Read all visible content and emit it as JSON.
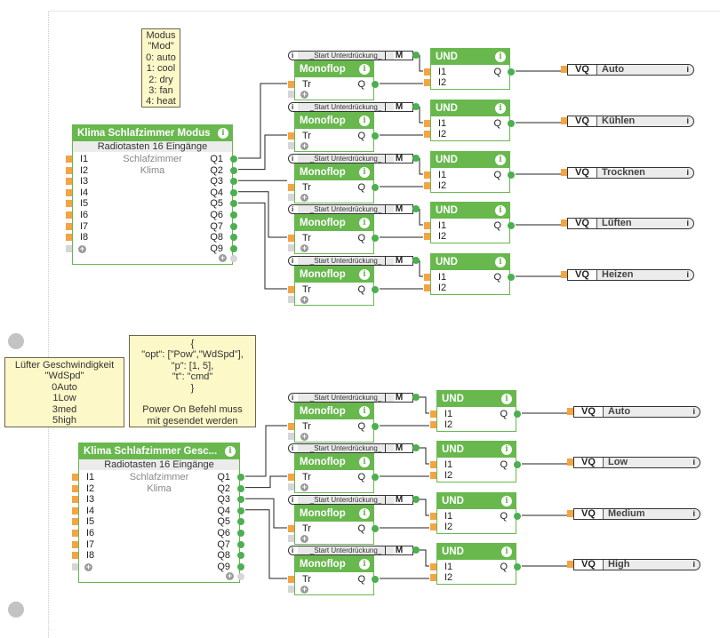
{
  "notes": {
    "modus": [
      "Modus",
      "\"Mod\"",
      "0: auto",
      "1: cool",
      "2: dry",
      "3: fan",
      "4: heat"
    ],
    "fan_speed": [
      "Lüfter Geschwindigkeit",
      "\"WdSpd\"",
      "0Auto",
      "1Low",
      "3med",
      "5high"
    ],
    "json_cmd": [
      "{",
      "\"opt\": [\"Pow\",\"WdSpd\"],",
      "\"p\": [1, 5],",
      "\"t\": \"cmd\"",
      "}",
      "",
      "Power On Befehl muss",
      "mit gesendet werden"
    ]
  },
  "radio_blocks": [
    {
      "title": "Klima Schlafzimmer Modus",
      "subtitle": "Radiotasten 16 Eingänge",
      "desc1": "Schlafzimmer",
      "desc2": "Klima",
      "inputs": [
        "I1",
        "I2",
        "I3",
        "I4",
        "I5",
        "I6",
        "I7",
        "I8"
      ],
      "outputs": [
        "Q1",
        "Q2",
        "Q3",
        "Q4",
        "Q5",
        "Q6",
        "Q7",
        "Q8",
        "Q9"
      ]
    },
    {
      "title": "Klima Schlafzimmer Gesc...",
      "subtitle": "Radiotasten 16 Eingänge",
      "desc1": "Schlafzimmer",
      "desc2": "Klima",
      "inputs": [
        "I1",
        "I2",
        "I3",
        "I4",
        "I5",
        "I6",
        "I7",
        "I8"
      ],
      "outputs": [
        "Q1",
        "Q2",
        "Q3",
        "Q4",
        "Q5",
        "Q6",
        "Q7",
        "Q8",
        "Q9"
      ]
    }
  ],
  "monoflop": {
    "title": "Monoflop",
    "input": "Tr",
    "output": "Q",
    "start_label": "_Start Unterdrückung_",
    "m_label": "M"
  },
  "und": {
    "title": "UND",
    "in1": "I1",
    "in2": "I2",
    "output": "Q"
  },
  "vq_prefix": "VQ",
  "outputs_modus": [
    "Auto",
    "Kühlen",
    "Trocknen",
    "Lüften",
    "Heizen"
  ],
  "outputs_speed": [
    "Auto",
    "Low",
    "Medium",
    "High"
  ],
  "colors": {
    "block_green": "#68b84e",
    "input_pin": "#f3a443",
    "output_pin": "#4caf50",
    "note_bg": "#fdf8c8"
  }
}
